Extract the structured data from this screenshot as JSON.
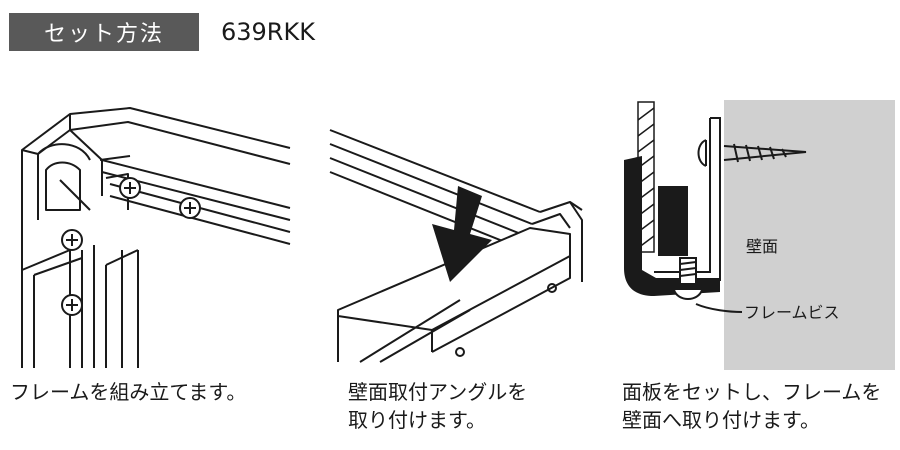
{
  "header": {
    "section_label": "セット方法",
    "model_number": "639RKK"
  },
  "steps": [
    {
      "caption_line1": "フレームを組み立てます。",
      "caption_line2": ""
    },
    {
      "caption_line1": "壁面取付アングルを",
      "caption_line2": "取り付けます。"
    },
    {
      "caption_line1": "面板をセットし、フレームを",
      "caption_line2": "壁面へ取り付けます。"
    }
  ],
  "diagram": {
    "wall_label": "壁面",
    "screw_label": "フレームビス"
  },
  "colors": {
    "badge_bg": "#595959",
    "wall_fill": "#d0d0d0",
    "ink": "#1a1a1a"
  }
}
